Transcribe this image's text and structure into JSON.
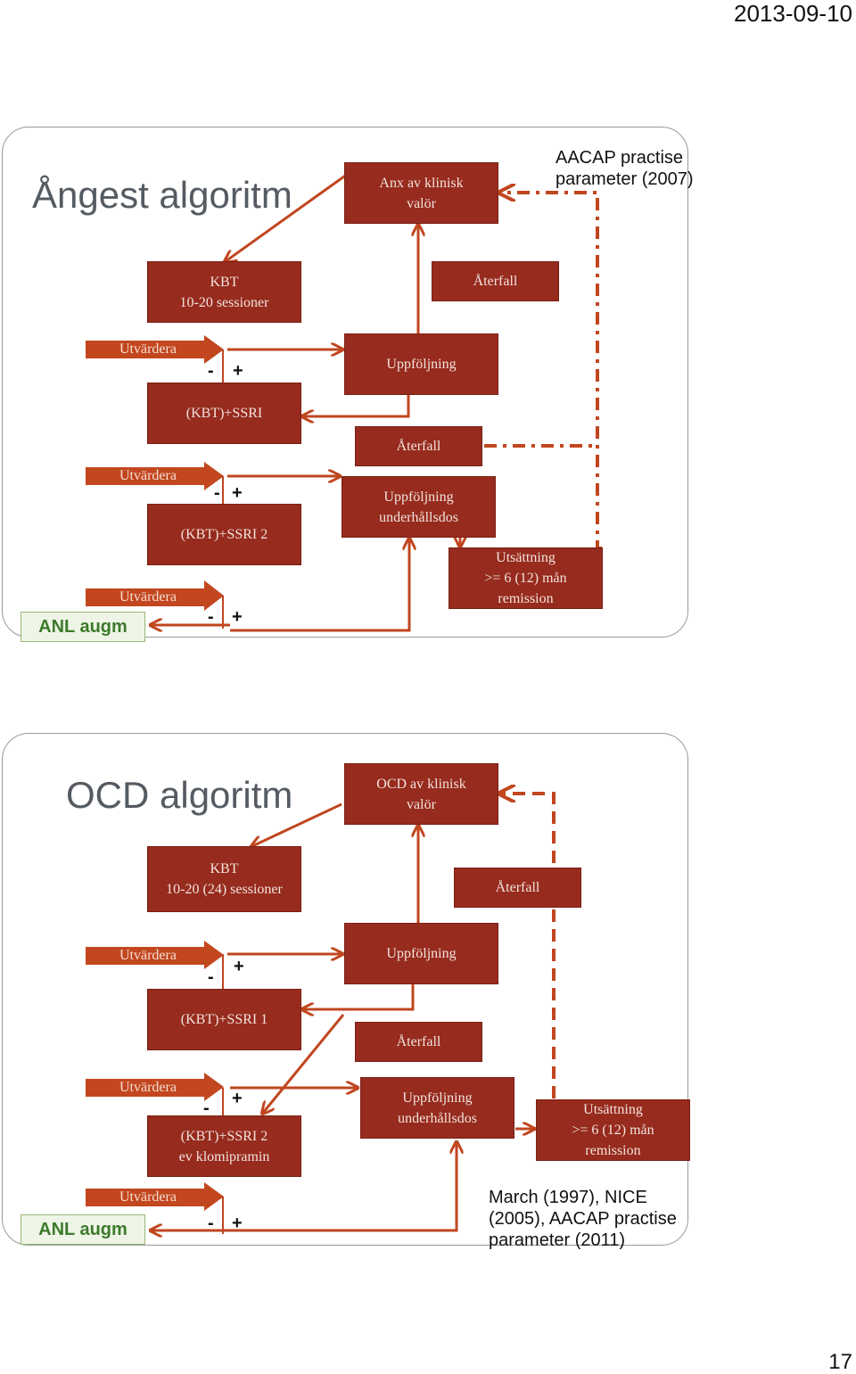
{
  "header": {
    "date": "2013-09-10"
  },
  "footer": {
    "page_number": "17"
  },
  "slide1": {
    "title": "Ångest algoritm",
    "source": "AACAP practise\nparameter (2007)",
    "start_box": "Anx av klinisk\nvalör",
    "kbt_box": "KBT\n10-20 sessioner",
    "aterfall_top": "Återfall",
    "uppfoljning": "Uppföljning",
    "kbt_ssri": "(KBT)+SSRI",
    "aterfall_mid": "Återfall",
    "uppfoljning_underhall": "Uppföljning\nunderhållsdos",
    "kbt_ssri2": "(KBT)+SSRI 2",
    "utsattning": "Utsättning\n>= 6 (12) mån\nremission",
    "evaluate": [
      "Utvärdera",
      "Utvärdera",
      "Utvärdera"
    ],
    "anl": "ANL augm",
    "minus": "-",
    "plus": "+"
  },
  "slide2": {
    "title": "OCD algoritm",
    "start_box": "OCD av klinisk\nvalör",
    "kbt_box": "KBT\n10-20 (24) sessioner",
    "aterfall_top": "Återfall",
    "uppfoljning": "Uppföljning",
    "kbt_ssri1": "(KBT)+SSRI 1",
    "aterfall_mid": "Återfall",
    "uppfoljning_underhall": "Uppföljning\nunderhållsdos",
    "utsattning": "Utsättning\n>= 6 (12) mån\nremission",
    "kbt_ssri2": "(KBT)+SSRI 2\nev klomipramin",
    "source": "March (1997), NICE\n(2005), AACAP practise\nparameter (2011)",
    "evaluate": [
      "Utvärdera",
      "Utvärdera",
      "Utvärdera"
    ],
    "anl": "ANL augm",
    "minus": "-",
    "plus": "+"
  },
  "colors": {
    "box": "#962b1e",
    "arrow": "#c0461f",
    "anl_text": "#3d7a2c",
    "title": "#555b61"
  }
}
